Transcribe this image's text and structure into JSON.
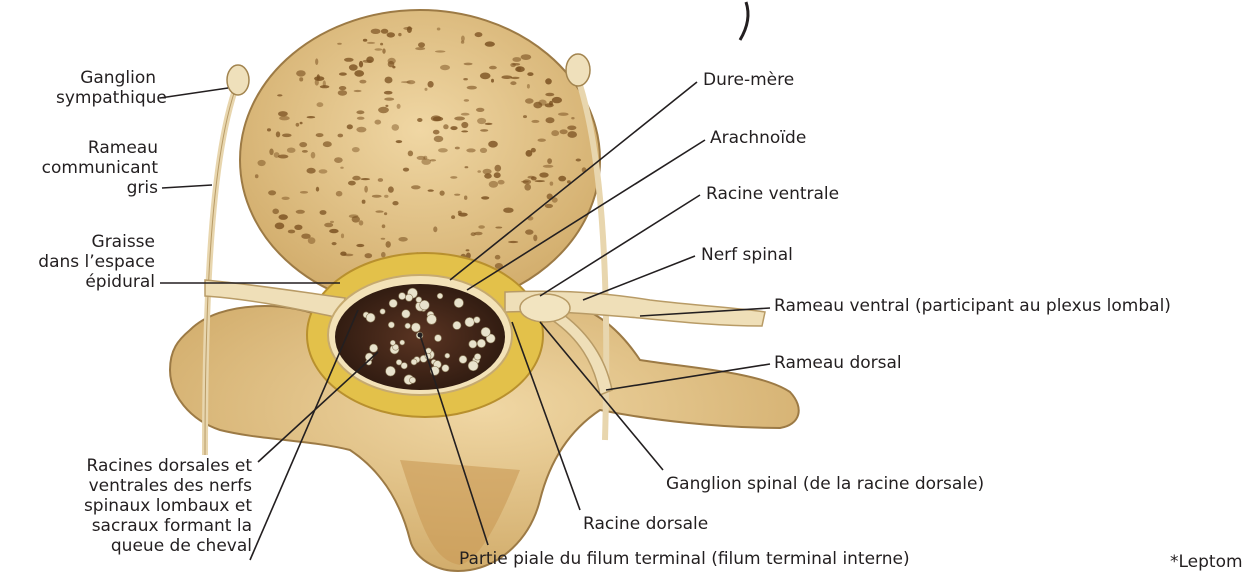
{
  "labels": {
    "ganglion_sympathique": [
      "Ganglion",
      "sympathique"
    ],
    "rameau_communicant": [
      "Rameau",
      "communicant",
      "gris"
    ],
    "graisse": [
      "Graisse",
      "dans l’espace",
      "épidural"
    ],
    "racines_cauda": [
      "Racines dorsales et",
      "ventrales des nerfs",
      "spinaux lombaux et",
      "sacraux formant la",
      "queue de cheval"
    ],
    "dure_mere": "Dure-mère",
    "arachnoide": "Arachnoïde",
    "racine_ventrale": "Racine ventrale",
    "nerf_spinal": "Nerf spinal",
    "rameau_ventral": "Rameau ventral (participant au plexus lombal)",
    "rameau_dorsal": "Rameau dorsal",
    "ganglion_spinal": "Ganglion spinal (de la racine dorsale)",
    "racine_dorsale": "Racine dorsale",
    "partie_piale": "Partie piale du filum terminal (filum terminal interne)",
    "leptom_cropped": "*Leptom"
  },
  "colors": {
    "bone": "#e3c48c",
    "bone_dark": "#c89d5c",
    "pore": "#7a5020",
    "dura": "#f3e2b8",
    "fat": "#e4c24a",
    "csf_space": "#4a2a1a",
    "cauda_root": "#e8e2cc",
    "nerve": "#efdfb8",
    "leader": "#231f20"
  }
}
